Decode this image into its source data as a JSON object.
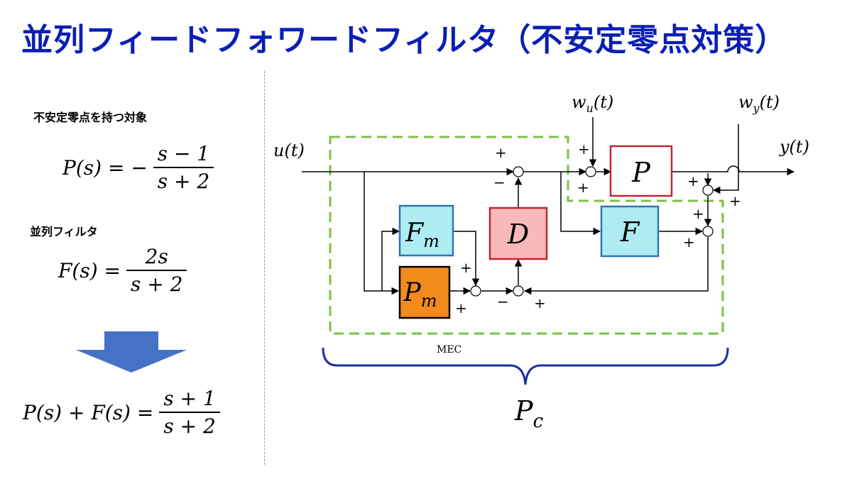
{
  "title": "並列フィードフォワードフィルタ（不安定零点対策）",
  "left": {
    "unstable_label": "不安定零点を持つ対象",
    "plant_lhs": "P(s) = −",
    "plant_num": "s − 1",
    "plant_den": "s + 2",
    "filter_label": "並列フィルタ",
    "filter_lhs": "F(s) =",
    "filter_num": "2s",
    "filter_den": "s + 2",
    "result_lhs": "P(s) + F(s) =",
    "result_num": "s + 1",
    "result_den": "s + 2",
    "arrow_color": "#4472c4"
  },
  "diagram": {
    "input_label": "u(t)",
    "output_label": "y(t)",
    "disturbance_u": "w_u(t)",
    "disturbance_y": "w_y(t)",
    "blocks": {
      "P": "P",
      "F": "F",
      "D": "D",
      "Fm_main": "F",
      "Fm_sub": "m",
      "Pm_main": "P",
      "Pm_sub": "m"
    },
    "signs": {
      "plus": "+",
      "minus": "−"
    },
    "mec_label": "MEC",
    "brace_label_main": "P",
    "brace_label_sub": "c",
    "colors": {
      "mec_border": "#7dc242",
      "brace": "#1f2fa0",
      "P_border": "#c0282d",
      "P_fill": "#ffffff",
      "D_border": "#c0282d",
      "D_fill": "#f7b9b9",
      "F_border": "#2e75b6",
      "F_fill": "#aeecf2",
      "Pm_fill": "#f28a1c"
    }
  }
}
